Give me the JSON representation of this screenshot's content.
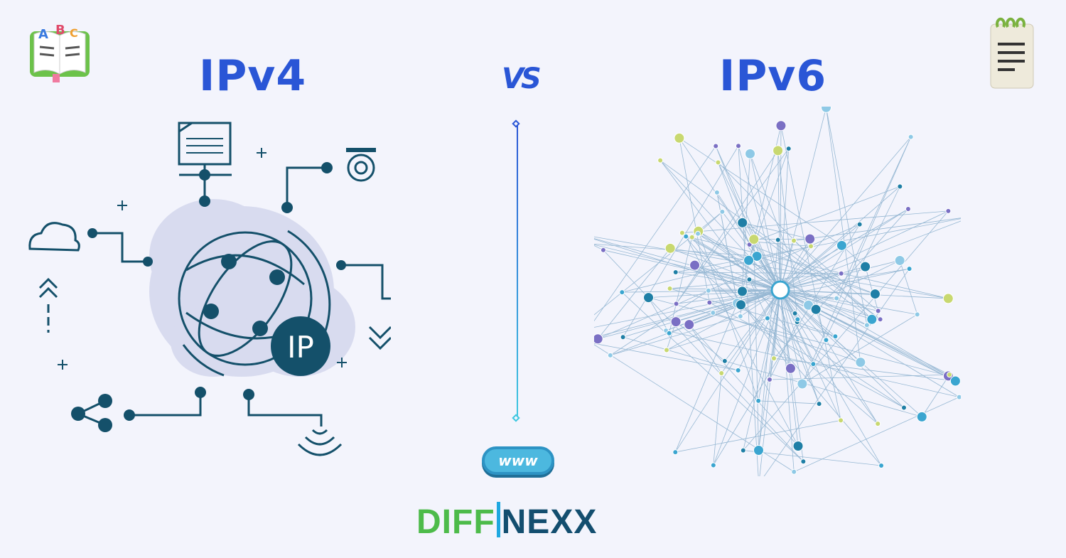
{
  "left": {
    "title": "IPv4",
    "badge": "IP"
  },
  "divider": {
    "vs": "VS",
    "badge": "www"
  },
  "right": {
    "title": "IPv6"
  },
  "logo": {
    "part1": "DIFF",
    "part2": "NEXX"
  },
  "colors": {
    "title": "#2a56d6",
    "icon": "#14506a",
    "background": "#f3f4fc",
    "logo_green": "#4dbb4a",
    "logo_navy": "#134e6f"
  }
}
